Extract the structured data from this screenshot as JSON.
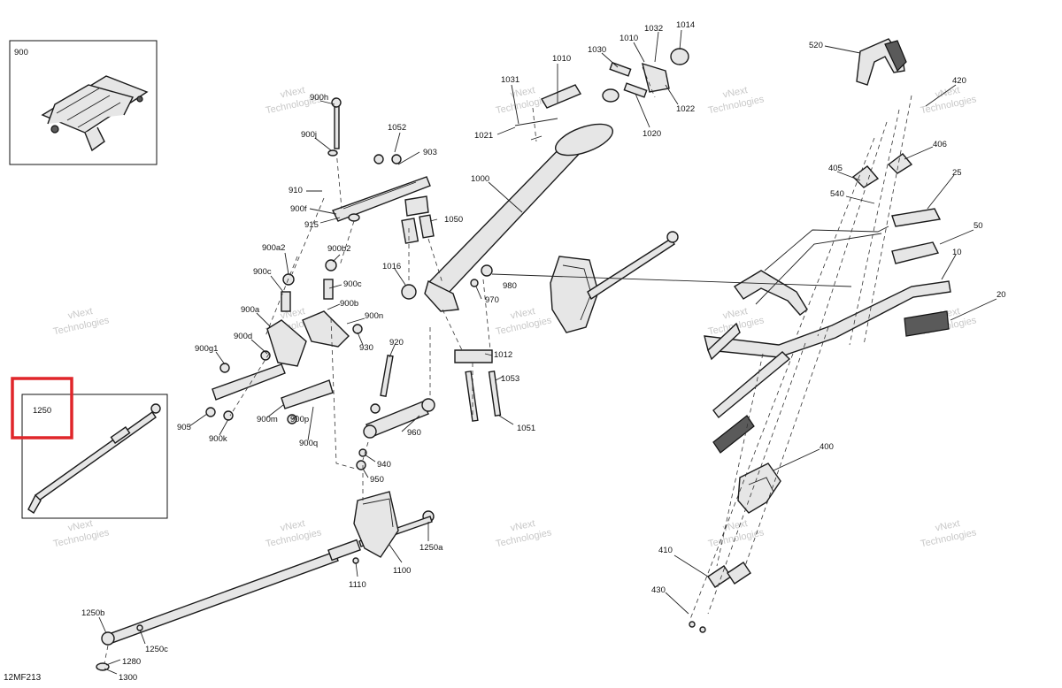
{
  "diagram_code": "12MF213",
  "watermark": {
    "line1": "vNext",
    "line2": "Technologies"
  },
  "inset_labels": {
    "top_left": "900",
    "bottom_left": "1250"
  },
  "highlight_color": "#e0262a",
  "callouts": [
    {
      "id": "c520",
      "text": "520"
    },
    {
      "id": "c420",
      "text": "420"
    },
    {
      "id": "c406",
      "text": "406"
    },
    {
      "id": "c405",
      "text": "405"
    },
    {
      "id": "c540",
      "text": "540"
    },
    {
      "id": "c25",
      "text": "25"
    },
    {
      "id": "c50",
      "text": "50"
    },
    {
      "id": "c10",
      "text": "10"
    },
    {
      "id": "c20",
      "text": "20"
    },
    {
      "id": "c400",
      "text": "400"
    },
    {
      "id": "c410",
      "text": "410"
    },
    {
      "id": "c430",
      "text": "430"
    },
    {
      "id": "c1031",
      "text": "1031"
    },
    {
      "id": "c1010a",
      "text": "1010"
    },
    {
      "id": "c1030",
      "text": "1030"
    },
    {
      "id": "c1010b",
      "text": "1010"
    },
    {
      "id": "c1032",
      "text": "1032"
    },
    {
      "id": "c1014",
      "text": "1014"
    },
    {
      "id": "c1022",
      "text": "1022"
    },
    {
      "id": "c1020",
      "text": "1020"
    },
    {
      "id": "c1021",
      "text": "1021"
    },
    {
      "id": "c1000",
      "text": "1000"
    },
    {
      "id": "c1052",
      "text": "1052"
    },
    {
      "id": "c903",
      "text": "903"
    },
    {
      "id": "c1050",
      "text": "1050"
    },
    {
      "id": "c1016",
      "text": "1016"
    },
    {
      "id": "c980",
      "text": "980"
    },
    {
      "id": "c970",
      "text": "970"
    },
    {
      "id": "c920",
      "text": "920"
    },
    {
      "id": "c1012",
      "text": "1012"
    },
    {
      "id": "c1053",
      "text": "1053"
    },
    {
      "id": "c1051",
      "text": "1051"
    },
    {
      "id": "c960",
      "text": "960"
    },
    {
      "id": "c940",
      "text": "940"
    },
    {
      "id": "c950",
      "text": "950"
    },
    {
      "id": "c900h",
      "text": "900h"
    },
    {
      "id": "c900j",
      "text": "900j"
    },
    {
      "id": "c910",
      "text": "910"
    },
    {
      "id": "c900f",
      "text": "900f"
    },
    {
      "id": "c915",
      "text": "915"
    },
    {
      "id": "c900a2",
      "text": "900a2"
    },
    {
      "id": "c900b2",
      "text": "900b2"
    },
    {
      "id": "c900c1",
      "text": "900c"
    },
    {
      "id": "c900c2",
      "text": "900c"
    },
    {
      "id": "c900b",
      "text": "900b"
    },
    {
      "id": "c900a",
      "text": "900a"
    },
    {
      "id": "c900n",
      "text": "900n"
    },
    {
      "id": "c900d",
      "text": "900d"
    },
    {
      "id": "c930",
      "text": "930"
    },
    {
      "id": "c900g1",
      "text": "900g1"
    },
    {
      "id": "c905",
      "text": "905"
    },
    {
      "id": "c900k",
      "text": "900k"
    },
    {
      "id": "c900m",
      "text": "900m"
    },
    {
      "id": "c900p",
      "text": "900p"
    },
    {
      "id": "c900q",
      "text": "900q"
    },
    {
      "id": "c1100",
      "text": "1100"
    },
    {
      "id": "c1110",
      "text": "1110"
    },
    {
      "id": "c1250a",
      "text": "1250a"
    },
    {
      "id": "c1250b",
      "text": "1250b"
    },
    {
      "id": "c1250c",
      "text": "1250c"
    },
    {
      "id": "c1280",
      "text": "1280"
    },
    {
      "id": "c1300",
      "text": "1300"
    }
  ]
}
